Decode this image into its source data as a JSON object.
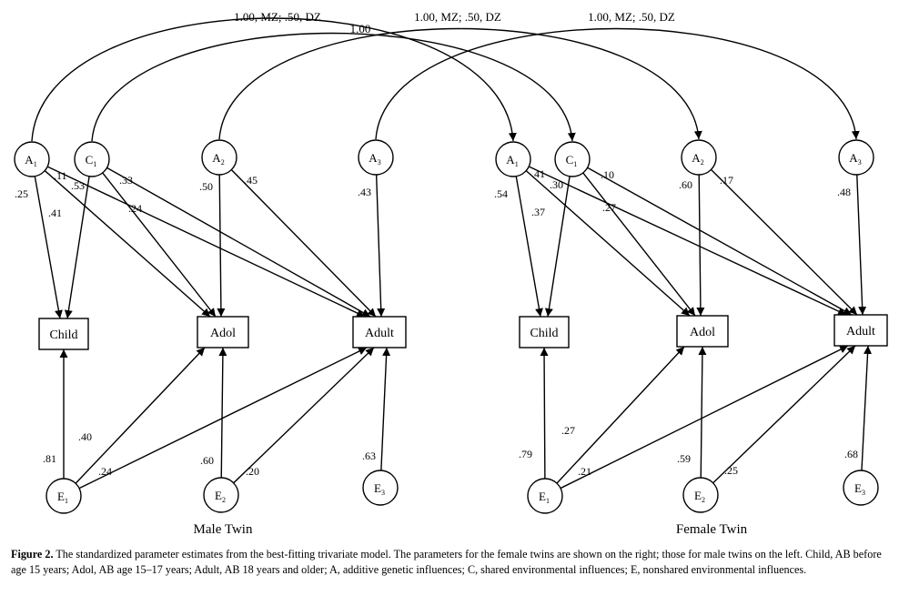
{
  "diagram": {
    "twin_labels": {
      "male": "Male Twin",
      "female": "Female Twin"
    },
    "correlations": {
      "left": "1.00, MZ; .50, DZ",
      "middle": "1.00, MZ; .50, DZ",
      "right": "1.00, MZ; .50, DZ",
      "c_link": "1.00"
    },
    "latent": {
      "A1": {
        "letter": "A",
        "sub": "1"
      },
      "C1": {
        "letter": "C",
        "sub": "1"
      },
      "A2": {
        "letter": "A",
        "sub": "2"
      },
      "A3": {
        "letter": "A",
        "sub": "3"
      },
      "E1": {
        "letter": "E",
        "sub": "1"
      },
      "E2": {
        "letter": "E",
        "sub": "2"
      },
      "E3": {
        "letter": "E",
        "sub": "3"
      }
    },
    "observed": {
      "child": "Child",
      "adol": "Adol",
      "adult": "Adult"
    },
    "male_paths": {
      "a1_child": ".25",
      "a1_adol": ".41",
      "a1_adult": ".53",
      "c1_child": ".11",
      "c1_adol": ".24",
      "c1_adult": ".33",
      "a2_adol": ".50",
      "a2_adult": ".45",
      "a3_adult": ".43",
      "e1_child": ".81",
      "e1_adol": ".40",
      "e1_adult": ".24",
      "e2_adol": ".60",
      "e2_adult": ".20",
      "e3_adult": ".63"
    },
    "female_paths": {
      "a1_child": ".54",
      "a1_adol": ".37",
      "a1_adult": ".30",
      "c1_child": ".41",
      "c1_adol": ".27",
      "c1_adult": ".10",
      "a2_adol": ".60",
      "a2_adult": ".17",
      "a3_adult": ".48",
      "e1_child": ".79",
      "e1_adol": ".27",
      "e1_adult": ".21",
      "e2_adol": ".59",
      "e2_adult": ".25",
      "e3_adult": ".68"
    }
  },
  "caption": {
    "figure_label": "Figure 2.",
    "text": " The standardized parameter estimates from the best-fitting trivariate model. The parameters for the female twins are shown on the right; those for male twins on the left. Child, AB before age 15 years; Adol, AB age 15–17 years; Adult, AB 18 years and older; A, additive genetic influences; C, shared environmental influences; E, nonshared environmental influences."
  }
}
